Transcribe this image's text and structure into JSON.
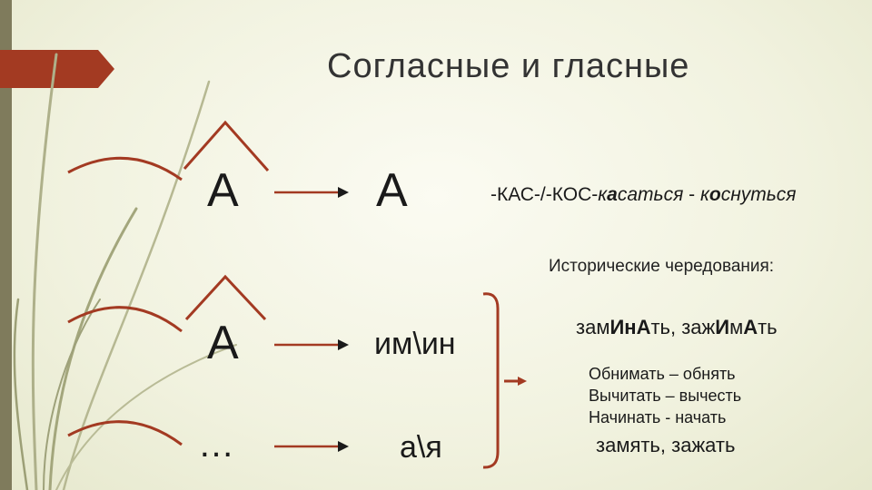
{
  "title": "Согласные и гласные",
  "row1": {
    "left": "А",
    "right": "А"
  },
  "rule": {
    "roots": "-КАС-/-КОС-",
    "word1_a": "к",
    "word1_b": "а",
    "word1_c": "саться",
    "sep": " - ",
    "word2_a": "к",
    "word2_b": "о",
    "word2_c": "снуться"
  },
  "historic_label": "Исторические чередования:",
  "row2": {
    "left": "А",
    "right": "им\\ин"
  },
  "row3": {
    "left": "…",
    "right": "а\\я"
  },
  "zamin": {
    "p1": "зам",
    "p2": "Ин",
    "p3": "А",
    "p4": "ть, заж",
    "p5": "И",
    "p6": "м",
    "p7": "А",
    "p8": "ть"
  },
  "examples": [
    "Обнимать – обнять",
    "Вычитать – вычесть",
    "Начинать - начать"
  ],
  "zamyat": "замять, зажать",
  "colors": {
    "accent": "#a33a22",
    "bar": "#7f7b5c"
  }
}
